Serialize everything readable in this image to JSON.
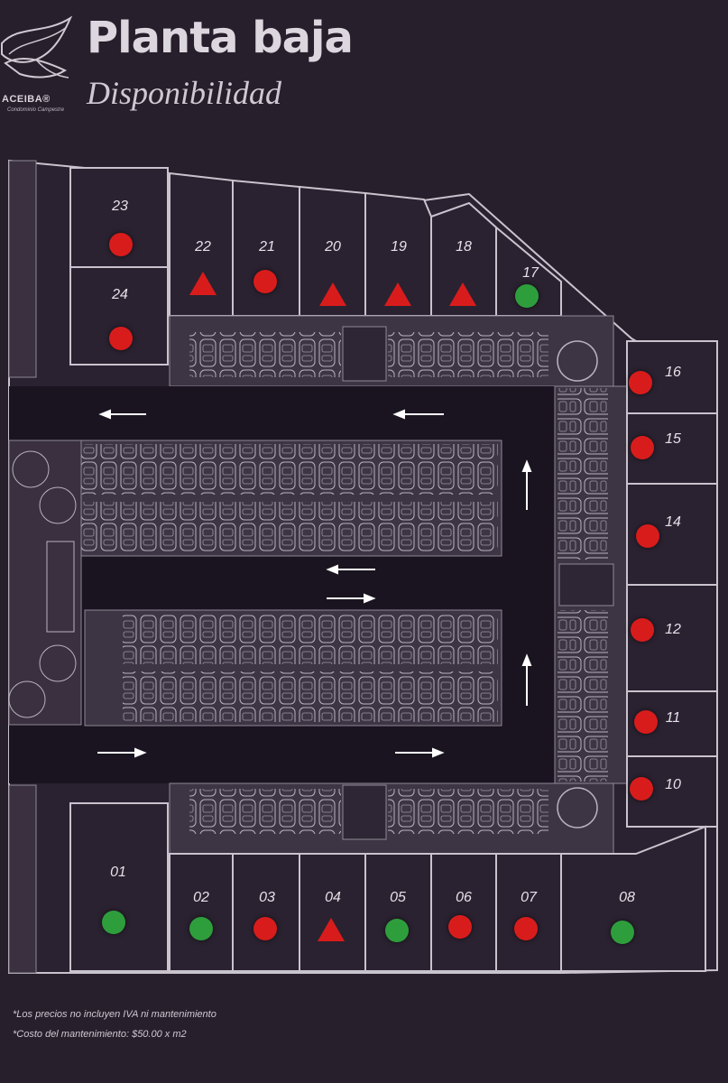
{
  "header": {
    "title": "Planta baja",
    "subtitle": "Disponibilidad",
    "brand": "ACEIBA®",
    "tagline": "Condominio Campestre"
  },
  "colors": {
    "available": "#2e9e3c",
    "sold": "#d81c1c",
    "reserved": "#d81c1c",
    "background": "#271f2b"
  },
  "lots": [
    {
      "id": "23",
      "label": "23",
      "status": "sold",
      "shape": "circle"
    },
    {
      "id": "24",
      "label": "24",
      "status": "sold",
      "shape": "circle"
    },
    {
      "id": "22",
      "label": "22",
      "status": "reserved",
      "shape": "triangle"
    },
    {
      "id": "21",
      "label": "21",
      "status": "sold",
      "shape": "circle"
    },
    {
      "id": "20",
      "label": "20",
      "status": "reserved",
      "shape": "triangle"
    },
    {
      "id": "19",
      "label": "19",
      "status": "reserved",
      "shape": "triangle"
    },
    {
      "id": "18",
      "label": "18",
      "status": "reserved",
      "shape": "triangle"
    },
    {
      "id": "17",
      "label": "17",
      "status": "available",
      "shape": "circle"
    },
    {
      "id": "16",
      "label": "16",
      "status": "sold",
      "shape": "circle"
    },
    {
      "id": "15",
      "label": "15",
      "status": "sold",
      "shape": "circle"
    },
    {
      "id": "14",
      "label": "14",
      "status": "sold",
      "shape": "circle"
    },
    {
      "id": "12",
      "label": "12",
      "status": "sold",
      "shape": "circle"
    },
    {
      "id": "11",
      "label": "11",
      "status": "sold",
      "shape": "circle"
    },
    {
      "id": "10",
      "label": "10",
      "status": "sold",
      "shape": "circle"
    },
    {
      "id": "01",
      "label": "01",
      "status": "available",
      "shape": "circle"
    },
    {
      "id": "02",
      "label": "02",
      "status": "available",
      "shape": "circle"
    },
    {
      "id": "03",
      "label": "03",
      "status": "sold",
      "shape": "circle"
    },
    {
      "id": "04",
      "label": "04",
      "status": "reserved",
      "shape": "triangle"
    },
    {
      "id": "05",
      "label": "05",
      "status": "available",
      "shape": "circle"
    },
    {
      "id": "06",
      "label": "06",
      "status": "sold",
      "shape": "circle"
    },
    {
      "id": "07",
      "label": "07",
      "status": "sold",
      "shape": "circle"
    },
    {
      "id": "08",
      "label": "08",
      "status": "available",
      "shape": "circle"
    }
  ],
  "notes": [
    "*Los precios no incluyen IVA ni mantenimiento",
    "*Costo del mantenimiento: $50.00 x m2"
  ]
}
